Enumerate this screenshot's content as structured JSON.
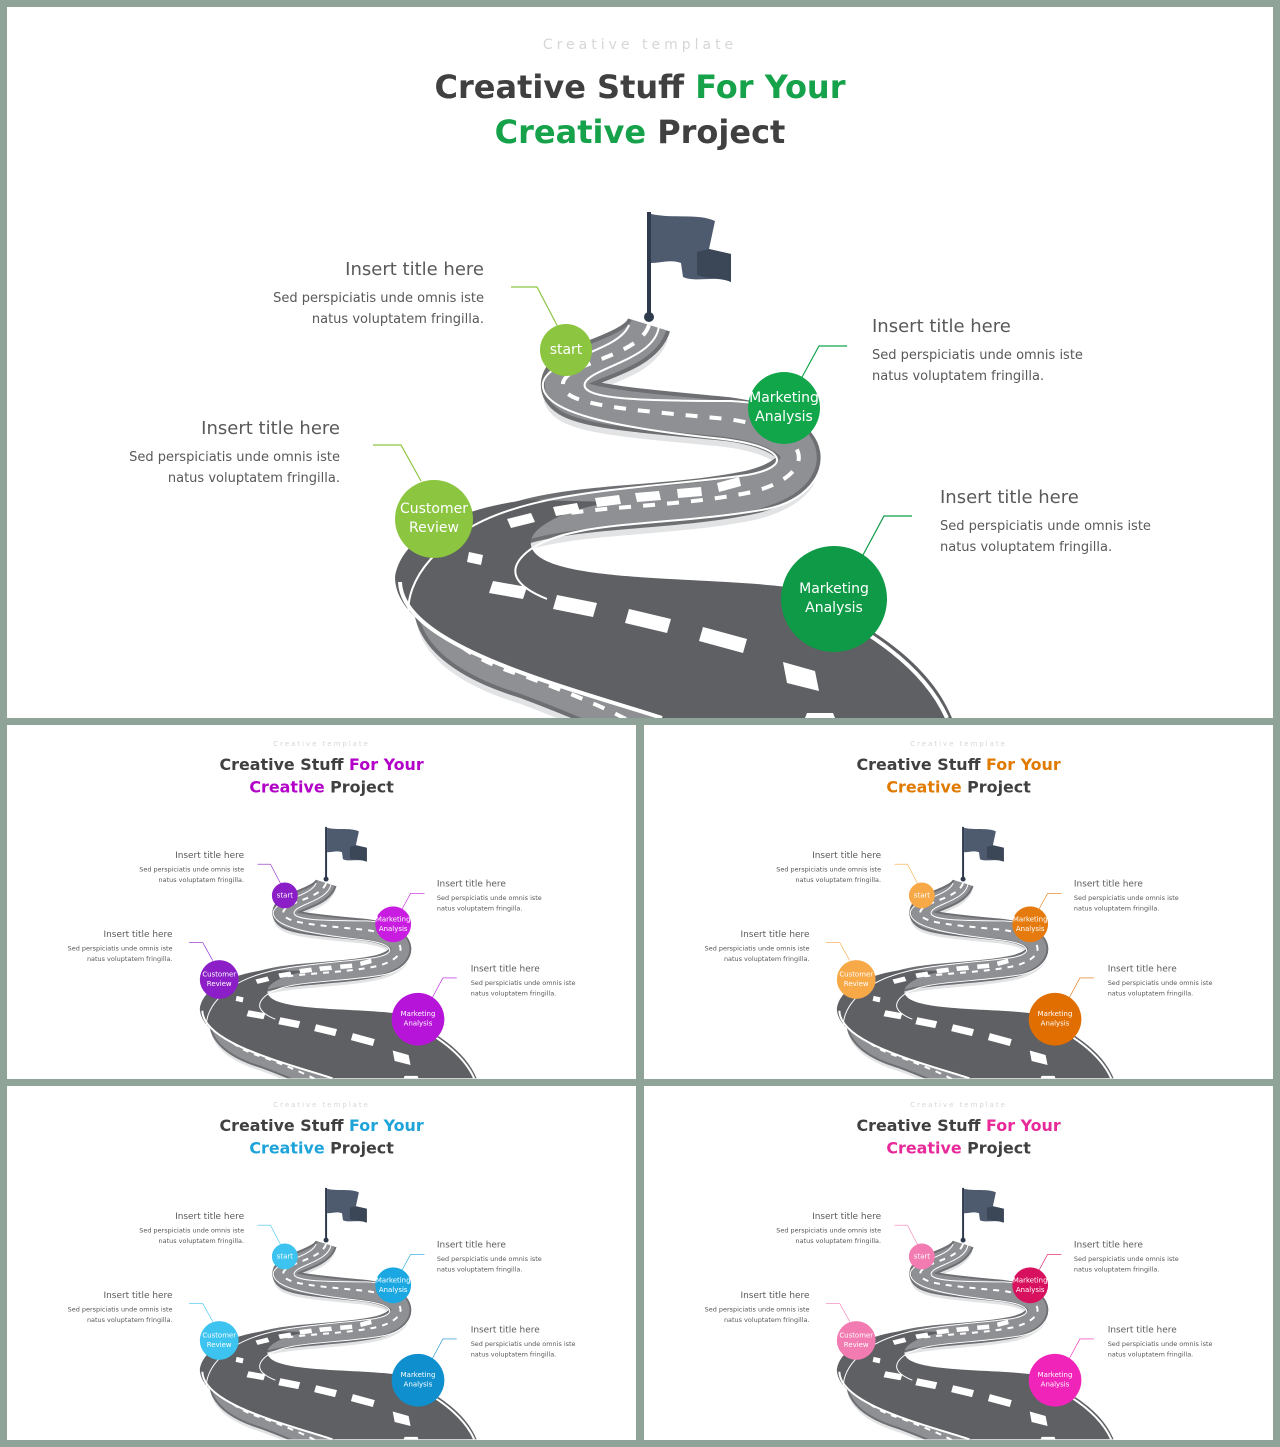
{
  "kicker": "Creative  template",
  "title": {
    "part1": "Creative Stuff ",
    "part2": "For Your",
    "part3": "Creative",
    "part4": " Project"
  },
  "blocks": [
    {
      "title": "Insert title here",
      "line1": "Sed perspiciatis unde omnis iste",
      "line2": "natus voluptatem fringilla."
    },
    {
      "title": "Insert title here",
      "line1": "Sed perspiciatis unde omnis iste",
      "line2": "natus voluptatem fringilla."
    },
    {
      "title": "Insert title here",
      "line1": "Sed perspiciatis unde omnis iste",
      "line2": "natus voluptatem fringilla."
    },
    {
      "title": "Insert title here",
      "line1": "Sed perspiciatis unde omnis iste",
      "line2": "natus voluptatem fringilla."
    }
  ],
  "nodes": {
    "start": "start",
    "marketing1_line1": "Marketing",
    "marketing1_line2": "Analysis",
    "customer_line1": "Customer",
    "customer_line2": "Review",
    "marketing2_line1": "Marketing",
    "marketing2_line2": "Analysis"
  },
  "themes": [
    {
      "name": "green",
      "accent": "#15a24a",
      "light": "#8cc540",
      "mid": "#12a64b",
      "dark": "#0e9a46"
    },
    {
      "name": "purple",
      "accent": "#b300c9",
      "light": "#8b1ec6",
      "mid": "#c81de0",
      "dark": "#b614d8"
    },
    {
      "name": "orange",
      "accent": "#e07a00",
      "light": "#f7a847",
      "mid": "#e57b0f",
      "dark": "#e06e00"
    },
    {
      "name": "blue",
      "accent": "#1ea4d9",
      "light": "#3cc3f0",
      "mid": "#1ba8e2",
      "dark": "#0f8fcd"
    },
    {
      "name": "pink",
      "accent": "#e8299a",
      "light": "#f27cb2",
      "mid": "#d8115f",
      "dark": "#f024b8"
    }
  ]
}
